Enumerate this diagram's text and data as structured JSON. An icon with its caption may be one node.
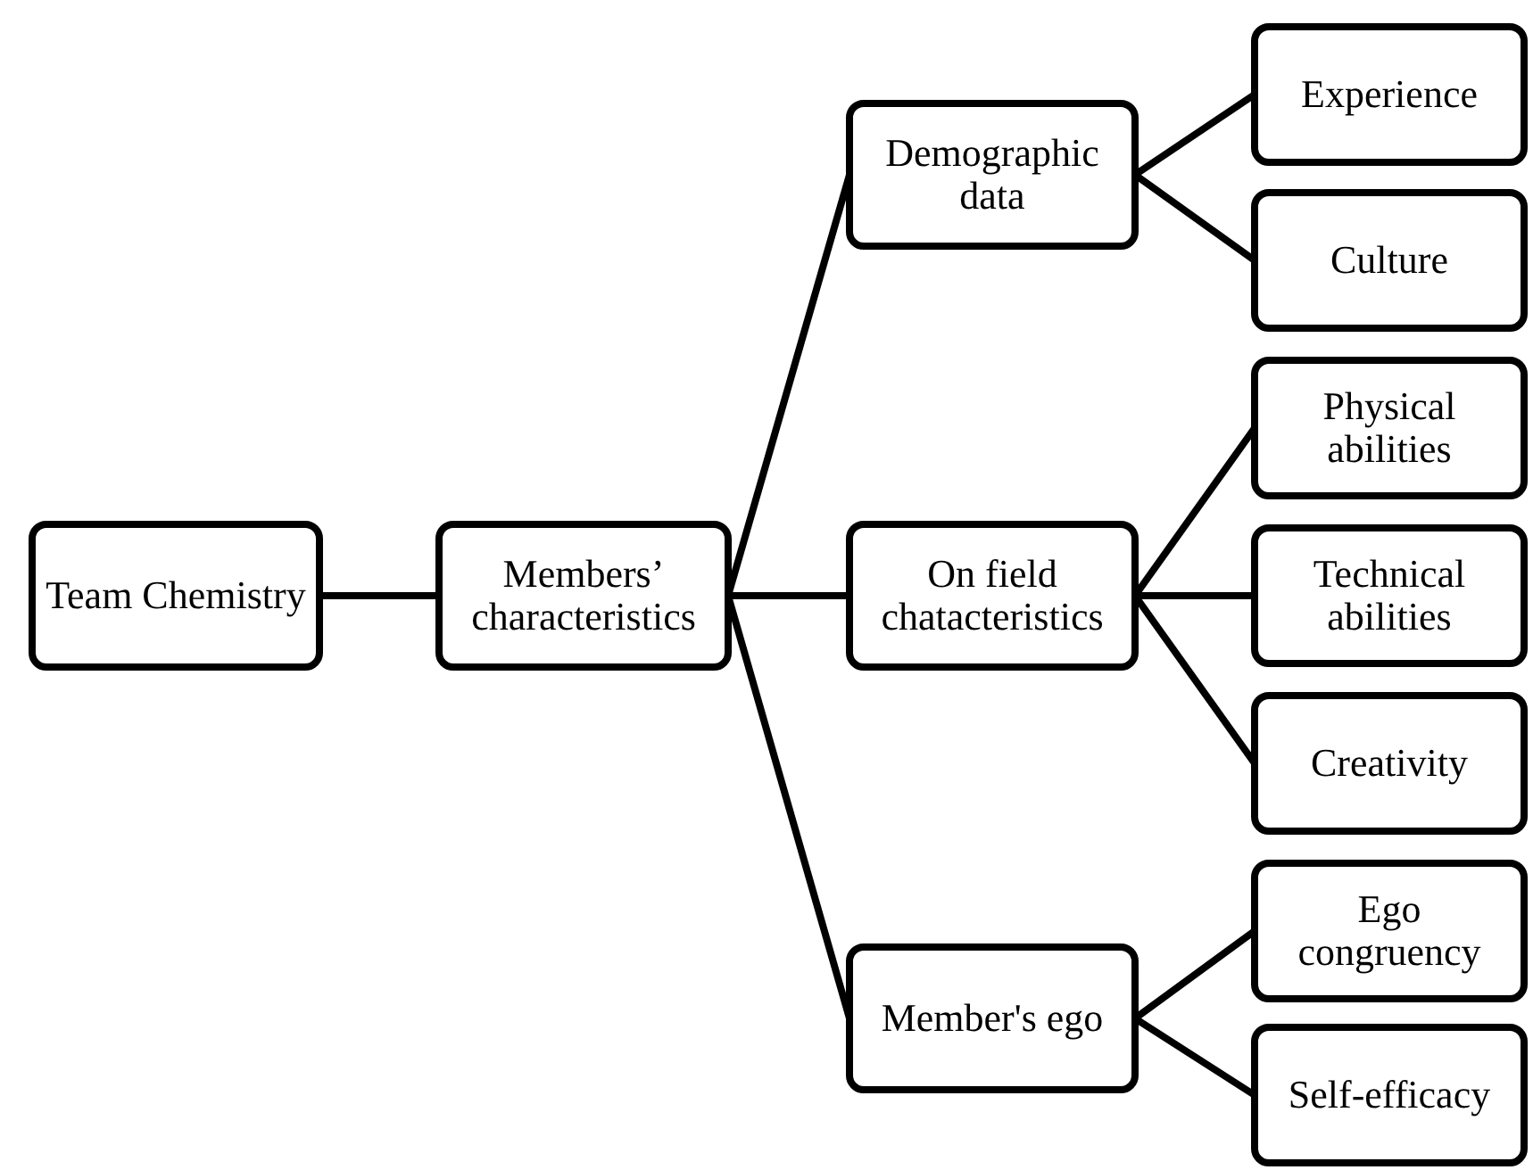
{
  "diagram": {
    "nodes": [
      {
        "text": [
          "Team Chemistry"
        ]
      },
      {
        "text": [
          "Members’ characteristics"
        ]
      },
      {
        "text": [
          "Demographic data"
        ]
      },
      {
        "text": [
          "On field chatacteristics"
        ]
      },
      {
        "text": [
          "Member's ego"
        ]
      },
      {
        "text": [
          "Experience"
        ]
      },
      {
        "text": [
          "Culture"
        ]
      },
      {
        "text": [
          "Physical abilities"
        ]
      },
      {
        "text": [
          "Technical abilities"
        ]
      },
      {
        "text": [
          "Creativity"
        ]
      },
      {
        "text": [
          "Ego congruency"
        ]
      },
      {
        "text": [
          "Self-efficacy"
        ]
      }
    ],
    "edges": [
      {
        "from": 0,
        "to": 1,
        "arrow": "none"
      },
      {
        "from": 1,
        "to": 2,
        "arrow": "none"
      },
      {
        "from": 1,
        "to": 3,
        "arrow": "none"
      },
      {
        "from": 1,
        "to": 4,
        "arrow": "none"
      },
      {
        "from": 2,
        "to": 5,
        "arrow": "none"
      },
      {
        "from": 2,
        "to": 6,
        "arrow": "none"
      },
      {
        "from": 3,
        "to": 7,
        "arrow": "none"
      },
      {
        "from": 3,
        "to": 8,
        "arrow": "none"
      },
      {
        "from": 3,
        "to": 9,
        "arrow": "none"
      },
      {
        "from": 4,
        "to": 10,
        "arrow": "none"
      },
      {
        "from": 4,
        "to": 11,
        "arrow": "none"
      }
    ]
  }
}
